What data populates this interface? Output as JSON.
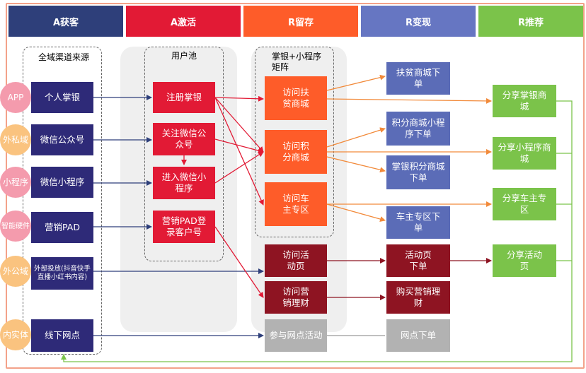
{
  "headers": [
    "A获客",
    "A激活",
    "R留存",
    "R变现",
    "R推荐"
  ],
  "groups": {
    "channels": "全域渠道来源",
    "user_pool": "用户池",
    "app_mall": "掌银+小程序矩阵"
  },
  "circles": [
    "APP",
    "外私域",
    "小程序",
    "智能硬件",
    "外公域",
    "内实体"
  ],
  "channels": [
    "个人掌银",
    "微信公众号",
    "微信小程序",
    "营销PAD",
    "外部投放(抖音快手直播小红书内容)",
    "线下网点"
  ],
  "activation": [
    "注册掌银",
    "关注微信公众号",
    "进入微信小程序",
    "营销PAD登录客户号"
  ],
  "retention": [
    "访问扶贫商城",
    "访问积分商城",
    "访问车主专区",
    "访问活动页",
    "访问营销理财",
    "参与网点活动"
  ],
  "monetize": [
    "扶贫商城下单",
    "积分商城小程序下单",
    "掌银积分商城下单",
    "车主专区下单",
    "活动页下单",
    "购买营销理财",
    "网点下单"
  ],
  "recommend": [
    "分享掌银商城",
    "分享小程序商城",
    "分享车主专区",
    "分享活动页"
  ],
  "colors": {
    "acquire": "#2e3f7a",
    "activate": "#e21a35",
    "retain": "#fe5c29",
    "monetize": "#6676c2",
    "recommend": "#7bc34a"
  }
}
